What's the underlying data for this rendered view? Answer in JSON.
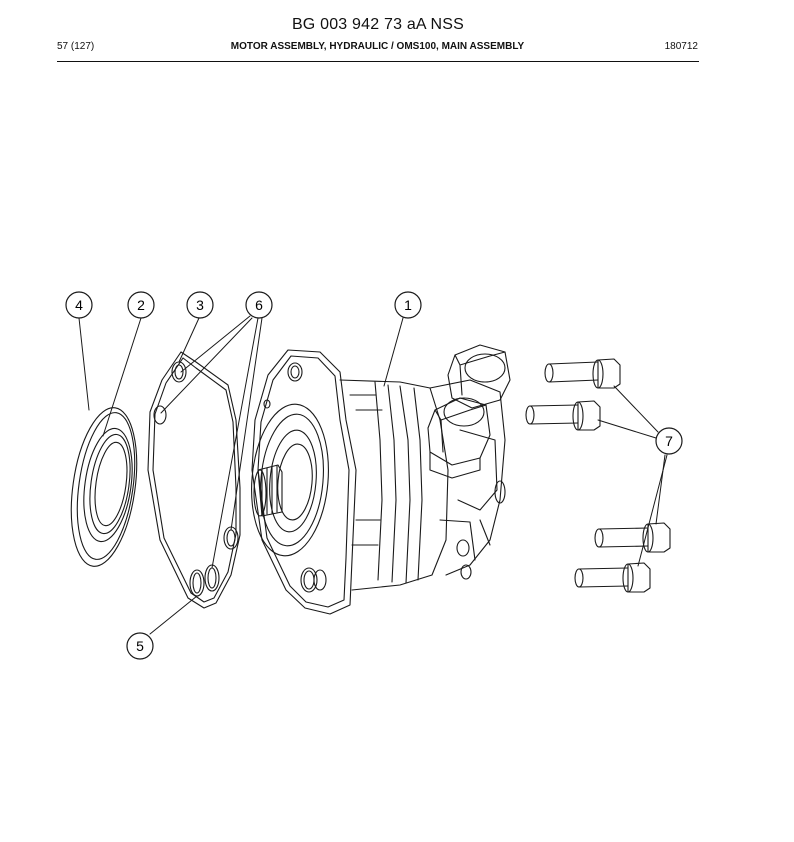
{
  "header": {
    "doc_number": "BG 003 942 73 aA NSS",
    "page": "57 (127)",
    "title": "MOTOR ASSEMBLY, HYDRAULIC / OMS100, MAIN ASSEMBLY",
    "date_code": "180712"
  },
  "callouts": {
    "c4": "4",
    "c2": "2",
    "c3": "3",
    "c6": "6",
    "c1": "1",
    "c7": "7",
    "c5": "5"
  }
}
